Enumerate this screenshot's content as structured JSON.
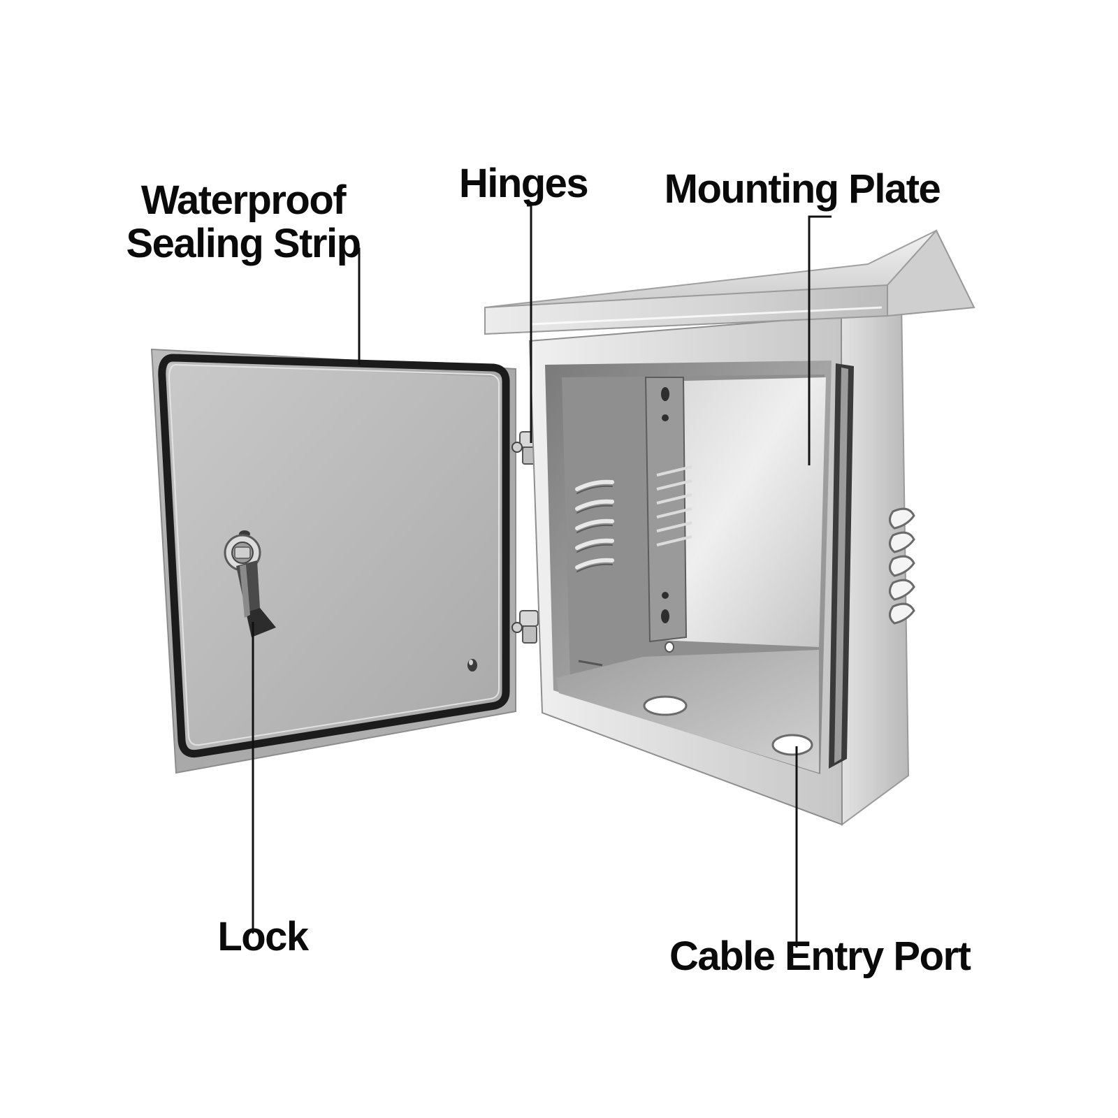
{
  "labels": {
    "sealing_strip_line1": "Waterproof",
    "sealing_strip_line2": "Sealing Strip",
    "hinges": "Hinges",
    "mounting_plate": "Mounting Plate",
    "lock": "Lock",
    "cable_entry_port": "Cable Entry Port"
  },
  "colors": {
    "background": "#ffffff",
    "label_text": "#0a0a0a",
    "leader_line": "#111111",
    "steel_light": "#e6e6e6",
    "steel_mid": "#b9b9b9",
    "steel_dark": "#6e6e6e",
    "gasket": "#1c1c1c"
  }
}
